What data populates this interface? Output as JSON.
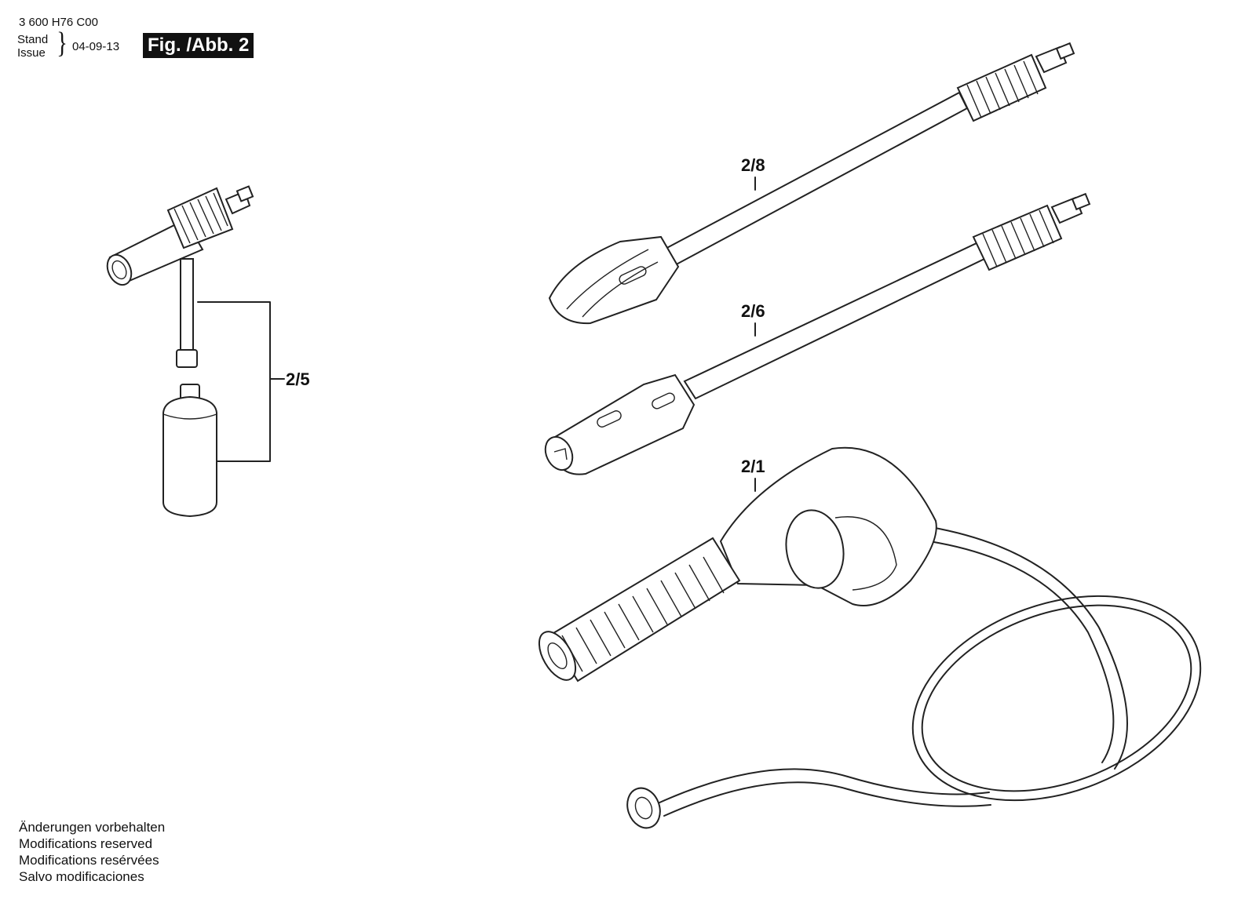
{
  "header": {
    "doc_number": "3 600 H76 C00",
    "stand_label": "Stand",
    "issue_label": "Issue",
    "date": "04-09-13",
    "figure_label": "Fig. /Abb. 2"
  },
  "parts": [
    {
      "id": "2/8"
    },
    {
      "id": "2/6"
    },
    {
      "id": "2/5"
    },
    {
      "id": "2/1"
    }
  ],
  "footer": {
    "notes": [
      "Änderungen vorbehalten",
      "Modifications reserved",
      "Modifications resérvées",
      "Salvo modificaciones"
    ]
  }
}
